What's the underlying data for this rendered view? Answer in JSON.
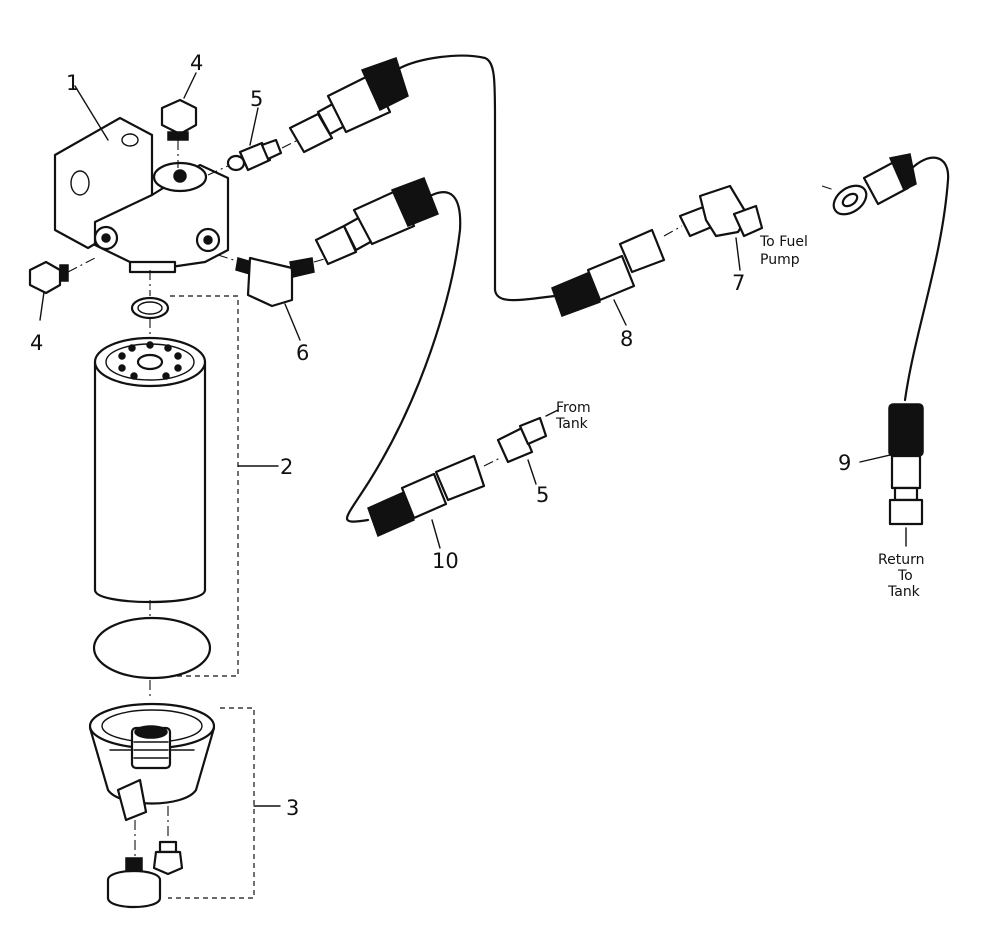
{
  "callouts": {
    "c1": "1",
    "c2": "2",
    "c3": "3",
    "c4a": "4",
    "c4b": "4",
    "c5a": "5",
    "c5b": "5",
    "c6": "6",
    "c7": "7",
    "c8": "8",
    "c9": "9",
    "c10": "10"
  },
  "notes": {
    "fuel_pump_1": "To Fuel",
    "fuel_pump_2": "Pump",
    "from_tank_1": "From",
    "from_tank_2": "Tank",
    "return_1": "Return",
    "return_2": "To",
    "return_3": "Tank"
  }
}
